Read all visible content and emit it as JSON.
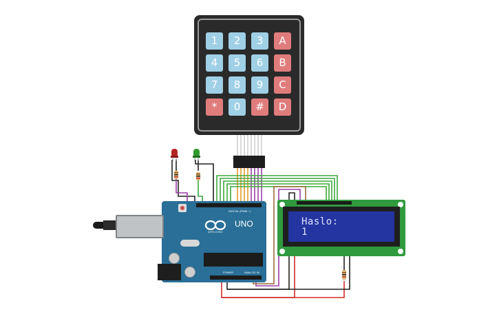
{
  "keypad": {
    "keys": [
      {
        "label": "1",
        "kind": "digit"
      },
      {
        "label": "2",
        "kind": "digit"
      },
      {
        "label": "3",
        "kind": "digit"
      },
      {
        "label": "A",
        "kind": "letter"
      },
      {
        "label": "4",
        "kind": "digit"
      },
      {
        "label": "5",
        "kind": "digit"
      },
      {
        "label": "6",
        "kind": "digit"
      },
      {
        "label": "B",
        "kind": "letter"
      },
      {
        "label": "7",
        "kind": "digit"
      },
      {
        "label": "8",
        "kind": "digit"
      },
      {
        "label": "9",
        "kind": "digit"
      },
      {
        "label": "C",
        "kind": "letter"
      },
      {
        "label": "*",
        "kind": "letter"
      },
      {
        "label": "0",
        "kind": "digit"
      },
      {
        "label": "#",
        "kind": "letter"
      },
      {
        "label": "D",
        "kind": "letter"
      }
    ]
  },
  "arduino": {
    "model": "UNO",
    "brand": "ARDUINO",
    "digital_label": "DIGITAL (PWM ~)",
    "power_label": "POWER",
    "analog_label": "ANALOG IN"
  },
  "lcd": {
    "line1": "Haslo:",
    "line2": "1"
  },
  "colors": {
    "key_blue": "#9fd0e6",
    "key_red": "#e07c7c",
    "board_blue": "#2a6f97",
    "lcd_green": "#2f9a3e",
    "lcd_screen": "#2434a0",
    "led_red": "#b52424",
    "led_green": "#2e9a2e",
    "wire_green": "#3aa83a",
    "wire_orange": "#e39a2a",
    "wire_purple": "#9b3fa6",
    "wire_red": "#d02a2a",
    "wire_black": "#222222",
    "wire_brown": "#9a6a3a"
  }
}
